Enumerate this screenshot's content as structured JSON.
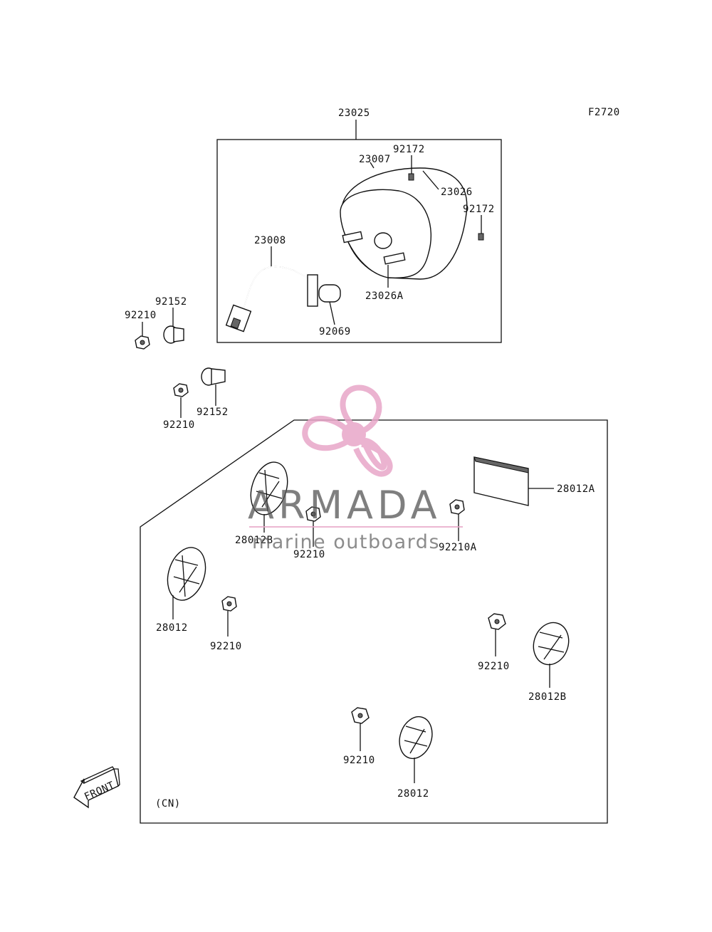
{
  "figure_code": "F2720",
  "region_note": "(CN)",
  "front_label": "FRONT",
  "watermark": {
    "title": "ARMADA",
    "subtitle": "marine outboards",
    "accent_color": "#e8a6c8"
  },
  "labels": {
    "assembly": "23025",
    "housing": "23007",
    "screw_top": "92172",
    "lens": "23026",
    "screw_side": "92172",
    "wire_harness": "23008",
    "socket": "23026A",
    "bulb": "92069",
    "collar_upper": "92152",
    "nut_upper": "92210",
    "collar_lower": "92152",
    "nut_lower": "92210",
    "plate": "28012A",
    "nut_plate": "92210A",
    "reflector_upper": "28012B",
    "nut_reflector_upper": "92210",
    "reflector_left": "28012",
    "nut_left": "92210",
    "nut_right": "92210",
    "reflector_right": "28012B",
    "nut_bottom": "92210",
    "reflector_bottom": "28012"
  }
}
